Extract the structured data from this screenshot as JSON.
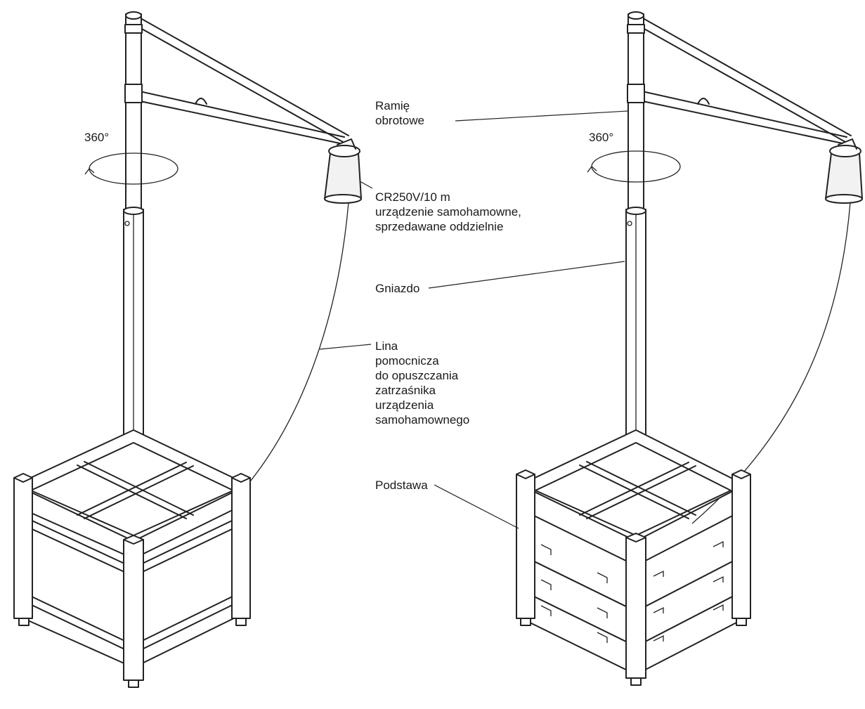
{
  "rotation_label": "360°",
  "labels": {
    "rotating_arm": [
      "Ramię",
      "obrotowe"
    ],
    "device": [
      "CR250V/10 m",
      "urządzenie samohamowne,",
      "sprzedawane oddzielnie"
    ],
    "socket": [
      "Gniazdo"
    ],
    "auxiliary_line": [
      "Lina",
      "pomocnicza",
      "do opuszczania",
      "zatrzaśnika",
      "urządzenia",
      "samohamownego"
    ],
    "base": [
      "Podstawa"
    ]
  }
}
